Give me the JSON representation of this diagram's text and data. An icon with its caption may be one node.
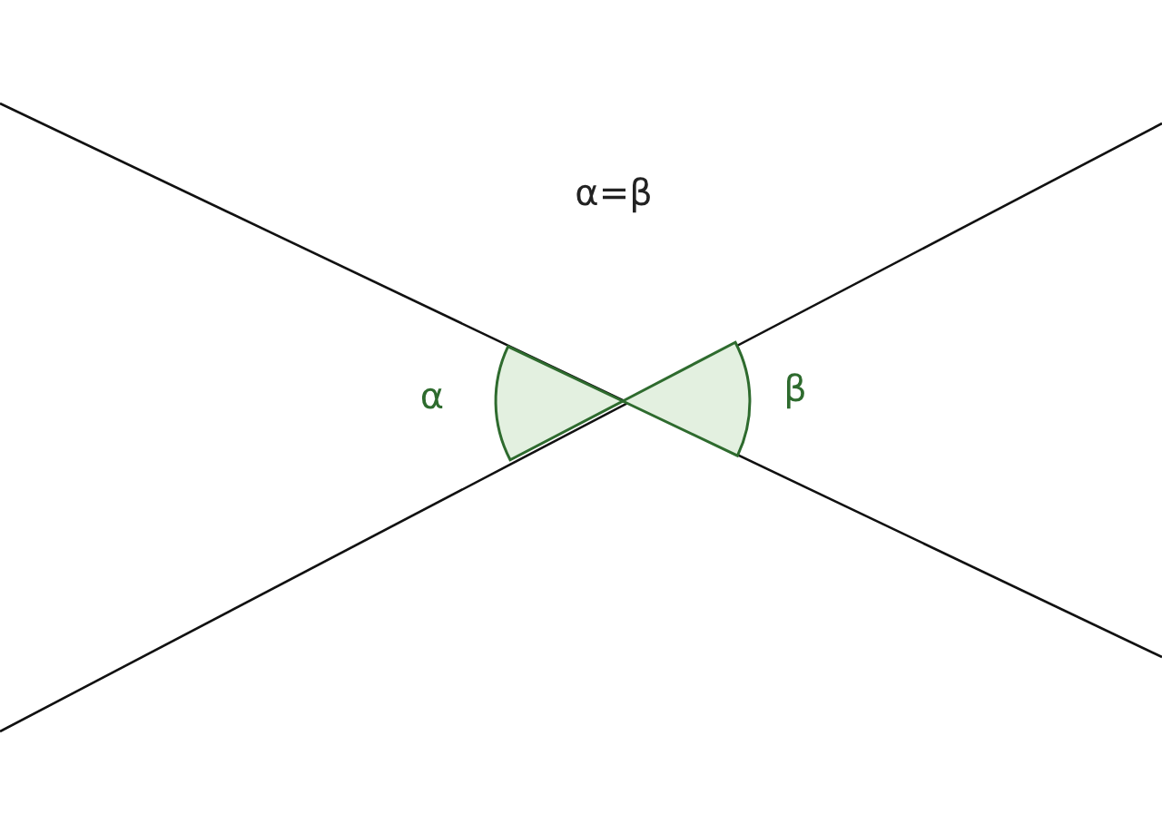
{
  "diagram": {
    "labels": [
      "α=β",
      "α",
      "β"
    ]
  }
}
